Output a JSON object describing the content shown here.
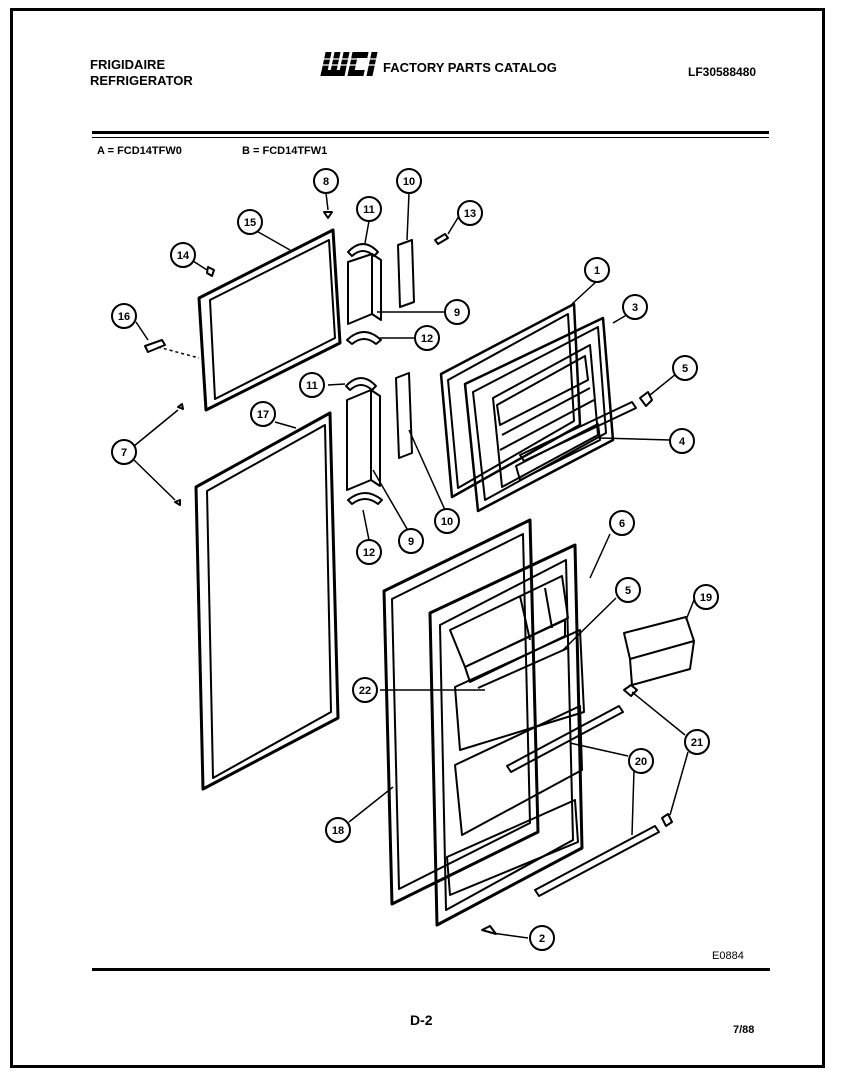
{
  "header": {
    "brand_line1": "FRIGIDAIRE",
    "brand_line2": "REFRIGERATOR",
    "logo_text": "WCI",
    "catalog_title": "FACTORY PARTS CATALOG",
    "part_number": "LF30588480"
  },
  "models": {
    "a": "A = FCD14TFW0",
    "b": "B = FCD14TFW1"
  },
  "callouts": [
    {
      "id": "c1",
      "label": "1"
    },
    {
      "id": "c2",
      "label": "2"
    },
    {
      "id": "c3",
      "label": "3"
    },
    {
      "id": "c4",
      "label": "4"
    },
    {
      "id": "c5a",
      "label": "5"
    },
    {
      "id": "c5b",
      "label": "5"
    },
    {
      "id": "c6",
      "label": "6"
    },
    {
      "id": "c7",
      "label": "7"
    },
    {
      "id": "c8",
      "label": "8"
    },
    {
      "id": "c9a",
      "label": "9"
    },
    {
      "id": "c9b",
      "label": "9"
    },
    {
      "id": "c10a",
      "label": "10"
    },
    {
      "id": "c10b",
      "label": "10"
    },
    {
      "id": "c11a",
      "label": "11"
    },
    {
      "id": "c11b",
      "label": "11"
    },
    {
      "id": "c12a",
      "label": "12"
    },
    {
      "id": "c12b",
      "label": "12"
    },
    {
      "id": "c13",
      "label": "13"
    },
    {
      "id": "c14",
      "label": "14"
    },
    {
      "id": "c15",
      "label": "15"
    },
    {
      "id": "c16",
      "label": "16"
    },
    {
      "id": "c17",
      "label": "17"
    },
    {
      "id": "c18",
      "label": "18"
    },
    {
      "id": "c19",
      "label": "19"
    },
    {
      "id": "c20",
      "label": "20"
    },
    {
      "id": "c21",
      "label": "21"
    },
    {
      "id": "c22",
      "label": "22"
    }
  ],
  "footer": {
    "drawing_code": "E0884",
    "page_number": "D-2",
    "date": "7/88"
  }
}
